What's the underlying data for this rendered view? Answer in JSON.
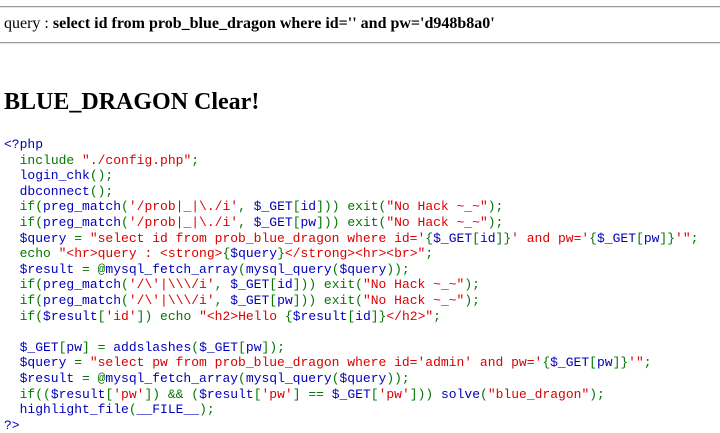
{
  "query_bar": {
    "prefix": "query : ",
    "sql": "select id from prob_blue_dragon where id='' and pw='d948b8a0'"
  },
  "result_title": "BLUE_DRAGON Clear!",
  "colors": {
    "default": "#000000",
    "php": "#0000BB",
    "string": "#DD0000",
    "keyword": "#007700"
  },
  "source_lines": [
    [
      {
        "t": "<?php",
        "c": "php"
      }
    ],
    [
      {
        "t": "  ",
        "c": "php"
      },
      {
        "t": "include ",
        "c": "keyword"
      },
      {
        "t": "\"./config.php\"",
        "c": "string"
      },
      {
        "t": ";",
        "c": "keyword"
      }
    ],
    [
      {
        "t": "  login_chk",
        "c": "php"
      },
      {
        "t": "();",
        "c": "keyword"
      }
    ],
    [
      {
        "t": "  dbconnect",
        "c": "php"
      },
      {
        "t": "();",
        "c": "keyword"
      }
    ],
    [
      {
        "t": "  ",
        "c": "php"
      },
      {
        "t": "if(",
        "c": "keyword"
      },
      {
        "t": "preg_match",
        "c": "php"
      },
      {
        "t": "(",
        "c": "keyword"
      },
      {
        "t": "'/prob|_|\\./i'",
        "c": "string"
      },
      {
        "t": ", ",
        "c": "keyword"
      },
      {
        "t": "$_GET",
        "c": "php"
      },
      {
        "t": "[",
        "c": "keyword"
      },
      {
        "t": "id",
        "c": "php"
      },
      {
        "t": "])) exit(",
        "c": "keyword"
      },
      {
        "t": "\"No Hack ~_~\"",
        "c": "string"
      },
      {
        "t": ");",
        "c": "keyword"
      }
    ],
    [
      {
        "t": "  ",
        "c": "php"
      },
      {
        "t": "if(",
        "c": "keyword"
      },
      {
        "t": "preg_match",
        "c": "php"
      },
      {
        "t": "(",
        "c": "keyword"
      },
      {
        "t": "'/prob|_|\\./i'",
        "c": "string"
      },
      {
        "t": ", ",
        "c": "keyword"
      },
      {
        "t": "$_GET",
        "c": "php"
      },
      {
        "t": "[",
        "c": "keyword"
      },
      {
        "t": "pw",
        "c": "php"
      },
      {
        "t": "])) exit(",
        "c": "keyword"
      },
      {
        "t": "\"No Hack ~_~\"",
        "c": "string"
      },
      {
        "t": ");",
        "c": "keyword"
      }
    ],
    [
      {
        "t": "  $query ",
        "c": "php"
      },
      {
        "t": "= ",
        "c": "keyword"
      },
      {
        "t": "\"select id from prob_blue_dragon where id='",
        "c": "string"
      },
      {
        "t": "{",
        "c": "keyword"
      },
      {
        "t": "$_GET",
        "c": "php"
      },
      {
        "t": "[",
        "c": "keyword"
      },
      {
        "t": "id",
        "c": "php"
      },
      {
        "t": "]}",
        "c": "keyword"
      },
      {
        "t": "' and pw='",
        "c": "string"
      },
      {
        "t": "{",
        "c": "keyword"
      },
      {
        "t": "$_GET",
        "c": "php"
      },
      {
        "t": "[",
        "c": "keyword"
      },
      {
        "t": "pw",
        "c": "php"
      },
      {
        "t": "]}",
        "c": "keyword"
      },
      {
        "t": "'\"",
        "c": "string"
      },
      {
        "t": ";",
        "c": "keyword"
      }
    ],
    [
      {
        "t": "  ",
        "c": "php"
      },
      {
        "t": "echo ",
        "c": "keyword"
      },
      {
        "t": "\"<hr>query : <strong>",
        "c": "string"
      },
      {
        "t": "{",
        "c": "keyword"
      },
      {
        "t": "$query",
        "c": "php"
      },
      {
        "t": "}",
        "c": "keyword"
      },
      {
        "t": "</strong><hr><br>\"",
        "c": "string"
      },
      {
        "t": ";",
        "c": "keyword"
      }
    ],
    [
      {
        "t": "  $result ",
        "c": "php"
      },
      {
        "t": "= @",
        "c": "keyword"
      },
      {
        "t": "mysql_fetch_array",
        "c": "php"
      },
      {
        "t": "(",
        "c": "keyword"
      },
      {
        "t": "mysql_query",
        "c": "php"
      },
      {
        "t": "(",
        "c": "keyword"
      },
      {
        "t": "$query",
        "c": "php"
      },
      {
        "t": "));",
        "c": "keyword"
      }
    ],
    [
      {
        "t": "  ",
        "c": "php"
      },
      {
        "t": "if(",
        "c": "keyword"
      },
      {
        "t": "preg_match",
        "c": "php"
      },
      {
        "t": "(",
        "c": "keyword"
      },
      {
        "t": "'/\\'|\\\\\\/i'",
        "c": "string"
      },
      {
        "t": ", ",
        "c": "keyword"
      },
      {
        "t": "$_GET",
        "c": "php"
      },
      {
        "t": "[",
        "c": "keyword"
      },
      {
        "t": "id",
        "c": "php"
      },
      {
        "t": "])) exit(",
        "c": "keyword"
      },
      {
        "t": "\"No Hack ~_~\"",
        "c": "string"
      },
      {
        "t": ");",
        "c": "keyword"
      }
    ],
    [
      {
        "t": "  ",
        "c": "php"
      },
      {
        "t": "if(",
        "c": "keyword"
      },
      {
        "t": "preg_match",
        "c": "php"
      },
      {
        "t": "(",
        "c": "keyword"
      },
      {
        "t": "'/\\'|\\\\\\/i'",
        "c": "string"
      },
      {
        "t": ", ",
        "c": "keyword"
      },
      {
        "t": "$_GET",
        "c": "php"
      },
      {
        "t": "[",
        "c": "keyword"
      },
      {
        "t": "pw",
        "c": "php"
      },
      {
        "t": "])) exit(",
        "c": "keyword"
      },
      {
        "t": "\"No Hack ~_~\"",
        "c": "string"
      },
      {
        "t": ");",
        "c": "keyword"
      }
    ],
    [
      {
        "t": "  ",
        "c": "php"
      },
      {
        "t": "if(",
        "c": "keyword"
      },
      {
        "t": "$result",
        "c": "php"
      },
      {
        "t": "[",
        "c": "keyword"
      },
      {
        "t": "'id'",
        "c": "string"
      },
      {
        "t": "]) echo ",
        "c": "keyword"
      },
      {
        "t": "\"<h2>Hello ",
        "c": "string"
      },
      {
        "t": "{",
        "c": "keyword"
      },
      {
        "t": "$result",
        "c": "php"
      },
      {
        "t": "[",
        "c": "keyword"
      },
      {
        "t": "id",
        "c": "php"
      },
      {
        "t": "]}",
        "c": "keyword"
      },
      {
        "t": "</h2>\"",
        "c": "string"
      },
      {
        "t": ";",
        "c": "keyword"
      }
    ],
    [
      {
        "t": "",
        "c": "php"
      }
    ],
    [
      {
        "t": "  $_GET",
        "c": "php"
      },
      {
        "t": "[",
        "c": "keyword"
      },
      {
        "t": "pw",
        "c": "php"
      },
      {
        "t": "] = ",
        "c": "keyword"
      },
      {
        "t": "addslashes",
        "c": "php"
      },
      {
        "t": "(",
        "c": "keyword"
      },
      {
        "t": "$_GET",
        "c": "php"
      },
      {
        "t": "[",
        "c": "keyword"
      },
      {
        "t": "pw",
        "c": "php"
      },
      {
        "t": "]);",
        "c": "keyword"
      }
    ],
    [
      {
        "t": "  $query ",
        "c": "php"
      },
      {
        "t": "= ",
        "c": "keyword"
      },
      {
        "t": "\"select pw from prob_blue_dragon where id='admin' and pw='",
        "c": "string"
      },
      {
        "t": "{",
        "c": "keyword"
      },
      {
        "t": "$_GET",
        "c": "php"
      },
      {
        "t": "[",
        "c": "keyword"
      },
      {
        "t": "pw",
        "c": "php"
      },
      {
        "t": "]}",
        "c": "keyword"
      },
      {
        "t": "'\"",
        "c": "string"
      },
      {
        "t": ";",
        "c": "keyword"
      }
    ],
    [
      {
        "t": "  $result ",
        "c": "php"
      },
      {
        "t": "= @",
        "c": "keyword"
      },
      {
        "t": "mysql_fetch_array",
        "c": "php"
      },
      {
        "t": "(",
        "c": "keyword"
      },
      {
        "t": "mysql_query",
        "c": "php"
      },
      {
        "t": "(",
        "c": "keyword"
      },
      {
        "t": "$query",
        "c": "php"
      },
      {
        "t": "));",
        "c": "keyword"
      }
    ],
    [
      {
        "t": "  ",
        "c": "php"
      },
      {
        "t": "if((",
        "c": "keyword"
      },
      {
        "t": "$result",
        "c": "php"
      },
      {
        "t": "[",
        "c": "keyword"
      },
      {
        "t": "'pw'",
        "c": "string"
      },
      {
        "t": "]) && (",
        "c": "keyword"
      },
      {
        "t": "$result",
        "c": "php"
      },
      {
        "t": "[",
        "c": "keyword"
      },
      {
        "t": "'pw'",
        "c": "string"
      },
      {
        "t": "] == ",
        "c": "keyword"
      },
      {
        "t": "$_GET",
        "c": "php"
      },
      {
        "t": "[",
        "c": "keyword"
      },
      {
        "t": "'pw'",
        "c": "string"
      },
      {
        "t": "])) ",
        "c": "keyword"
      },
      {
        "t": "solve",
        "c": "php"
      },
      {
        "t": "(",
        "c": "keyword"
      },
      {
        "t": "\"blue_dragon\"",
        "c": "string"
      },
      {
        "t": ");",
        "c": "keyword"
      }
    ],
    [
      {
        "t": "  highlight_file",
        "c": "php"
      },
      {
        "t": "(",
        "c": "keyword"
      },
      {
        "t": "__FILE__",
        "c": "php"
      },
      {
        "t": ");",
        "c": "keyword"
      }
    ],
    [
      {
        "t": "?>",
        "c": "php"
      }
    ]
  ]
}
